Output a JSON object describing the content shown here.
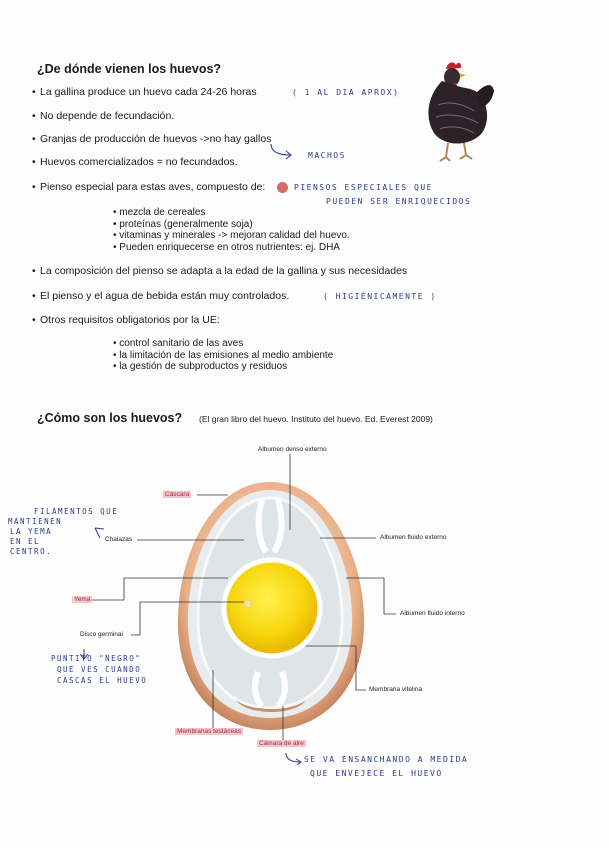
{
  "section1": {
    "title": "¿De dónde vienen los huevos?",
    "bullets": [
      "La gallina produce un huevo cada 24-26 horas",
      "No depende de fecundación.",
      "Granjas de producción de huevos ->no hay gallos",
      "Huevos comercializados = no fecundados.",
      "Pienso especial para estas aves, compuesto de:"
    ],
    "sub_bullets": [
      "mezcla de cereales",
      "proteínas (generalmente soja)",
      "vitaminas y minerales -> mejoran calidad del huevo.",
      "Pueden enriquecerse en otros nutrientes: ej. DHA"
    ],
    "bullets2": [
      "La composición del pienso se adapta a la edad de la gallina y sus necesidades",
      "El pienso y el agua de bebida están muy controlados.",
      "Otros requisitos obligatorios por la UE:"
    ],
    "sub_bullets2": [
      "control sanitario de las aves",
      "la limitación de las emisiones al medio ambiente",
      "la gestión de subproductos y residuos"
    ]
  },
  "handwritten": {
    "per_day": "( 1 AL DIA APROX)",
    "machos": "MACHOS",
    "piensos_1": "PIENSOS ESPECIALES QUE",
    "piensos_2": "PUEDEN SER ENRIQUECIDOS",
    "higienicamente": "( HIGIÉNICAMENTE )",
    "filamentos": [
      "FILAMENTOS QUE",
      "MANTIENEN",
      "LA YEMA",
      "EN EL",
      "CENTRO."
    ],
    "puntito": [
      "PUNTITO \"NEGRO\"",
      "QUE VES CUANDO",
      "CASCAS EL HUEVO"
    ],
    "camara": [
      "SE VA ENSANCHANDO A MEDIDA",
      "QUE ENVEJECE EL HUEVO"
    ]
  },
  "section2": {
    "title": "¿Cómo son los huevos?",
    "citation": "(El gran libro del huevo. Instituto del huevo. Ed. Everest 2009)"
  },
  "diagram": {
    "labels": {
      "albumen_denso": "Albumen denso externo",
      "cascara": "Cáscara",
      "chalazas": "Chalazas",
      "albumen_fluido_ext": "Albumen fluido externo",
      "yema": "Yema",
      "albumen_fluido_int": "Albumen fluido interno",
      "disco": "Disco germinal",
      "membrana_vitelina": "Membrana vitelina",
      "membranas_testaceas": "Membranas testáceas",
      "camara_aire": "Cámara de aire"
    }
  }
}
